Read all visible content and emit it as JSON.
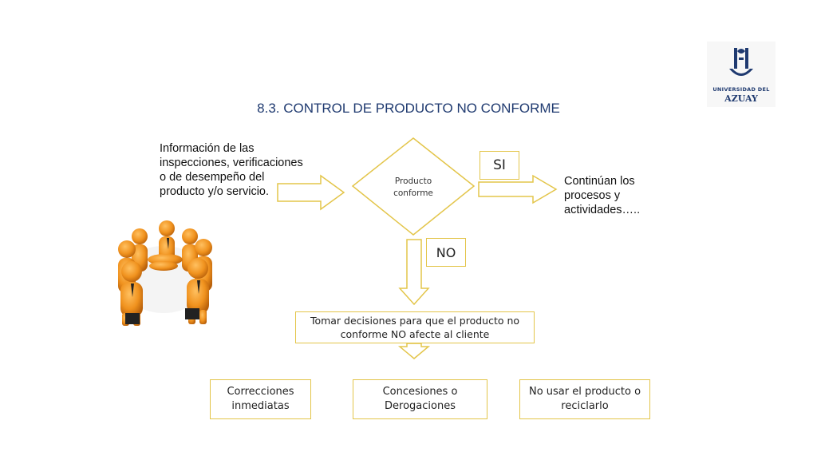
{
  "title": "8.3. CONTROL DE PRODUCTO NO CONFORME",
  "input_text": "Información de las inspecciones, verificaciones o de desempeño del producto y/o servicio.",
  "decision": {
    "label_line1": "Producto",
    "label_line2": "conforme"
  },
  "yes_label": "SI",
  "no_label": "NO",
  "yes_outcome": "Continúan los procesos y actividades…..",
  "no_action": "Tomar decisiones para que el producto no conforme NO afecte al cliente",
  "options": [
    "Correcciones inmediatas",
    "Concesiones o Derogaciones",
    "No usar el producto o reciclarlo"
  ],
  "logo": {
    "line1": "UNIVERSIDAD DEL",
    "line2": "AZUAY"
  },
  "colors": {
    "title": "#1f3a70",
    "box_border": "#e3c54a",
    "figure": "#f0921e",
    "logo": "#1f3a70"
  },
  "icons": [
    "team-figures-icon",
    "university-logo-icon"
  ]
}
